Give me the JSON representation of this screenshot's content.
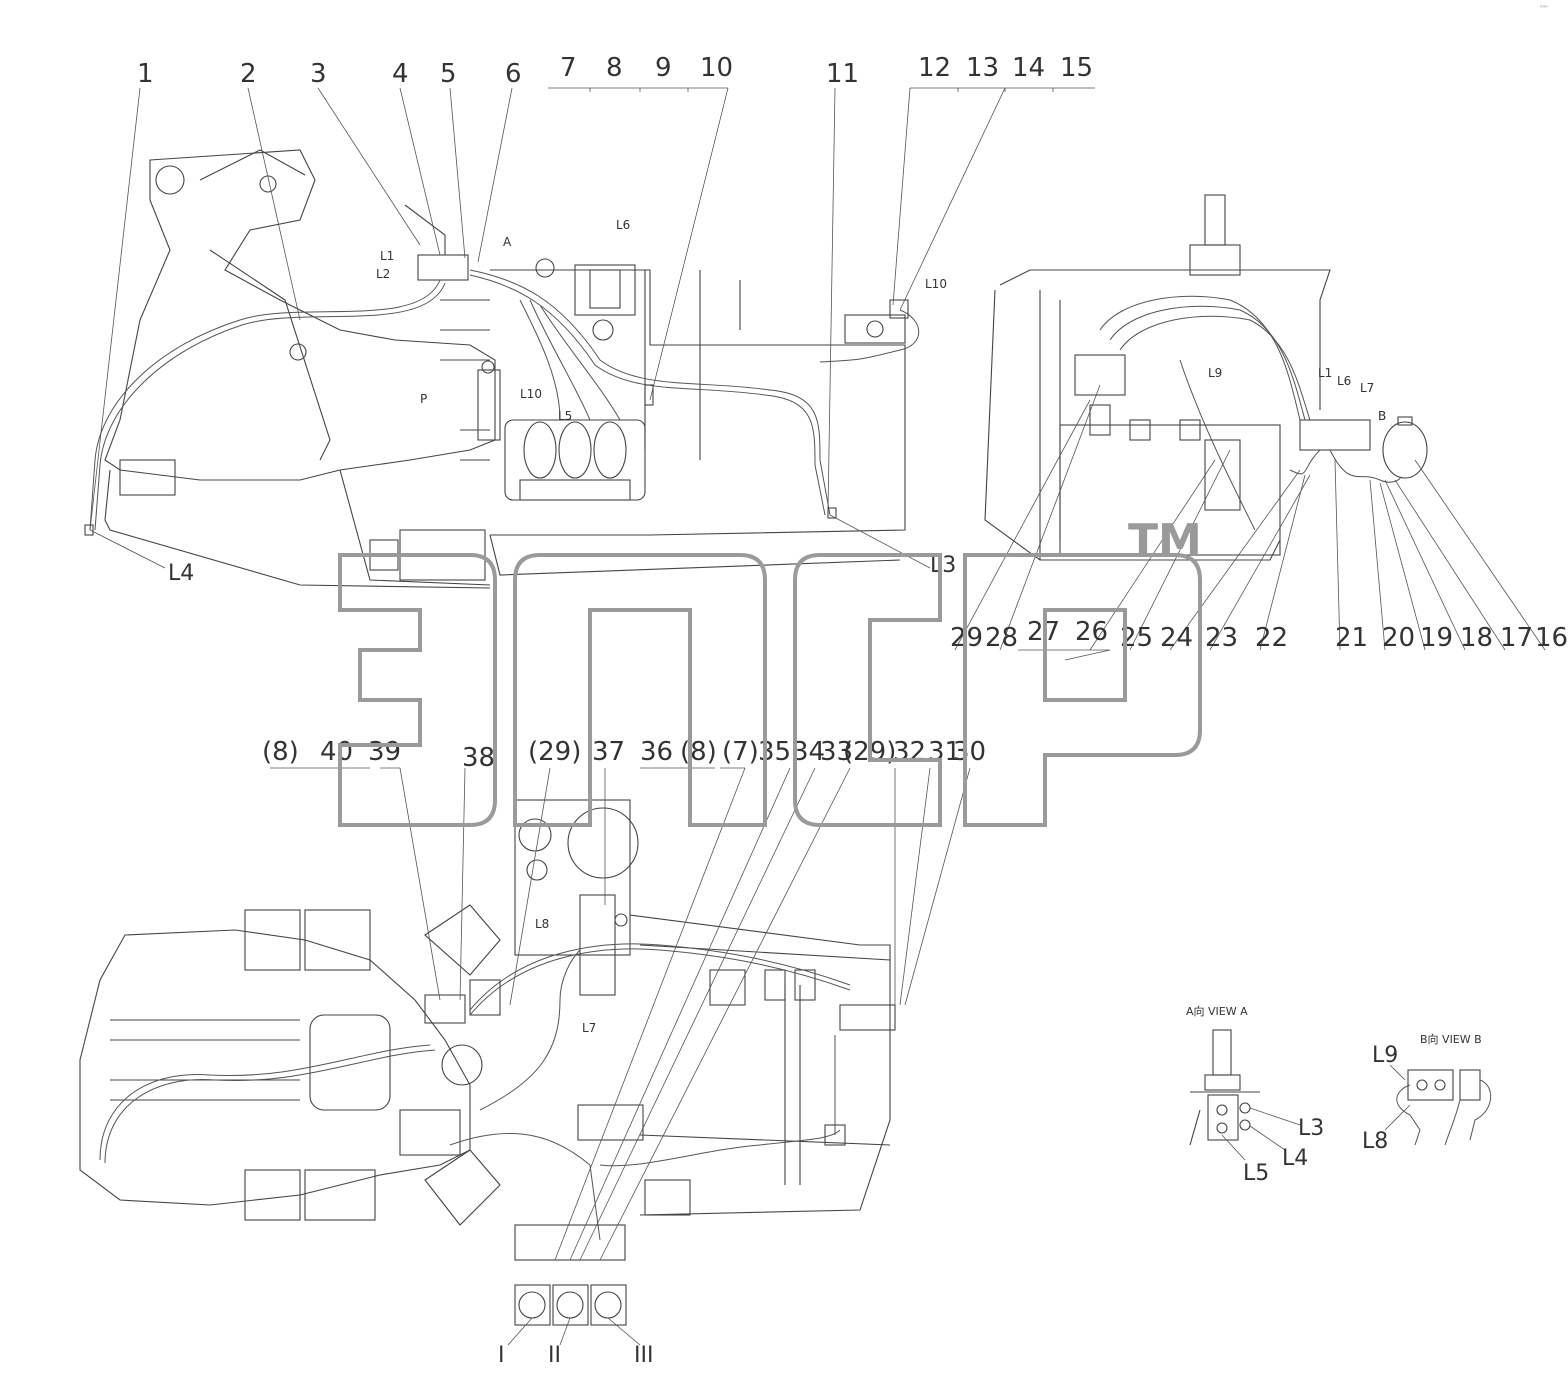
{
  "corner_mark": "ᵐᵐ",
  "watermark": {
    "text": "эпсp",
    "trademark": "TM"
  },
  "top_left_callouts": [
    "1",
    "2",
    "3",
    "4",
    "5",
    "6",
    "7",
    "8",
    "9",
    "10",
    "11",
    "12",
    "13",
    "14",
    "15"
  ],
  "right_callouts": [
    "29",
    "28",
    "27",
    "26",
    "25",
    "24",
    "23",
    "22",
    "21",
    "20",
    "19",
    "18",
    "17",
    "16"
  ],
  "bottom_callouts": [
    "(8)",
    "40",
    "39",
    "38",
    "(29)",
    "37",
    "36",
    "(8)",
    "(7)",
    "35",
    "34",
    "33",
    "(29)",
    "32",
    "31",
    "30"
  ],
  "hose_labels": {
    "L1": "L1",
    "L2": "L2",
    "L3": "L3",
    "L4": "L4",
    "L5": "L5",
    "L6": "L6",
    "L7": "L7",
    "L8": "L8",
    "L9": "L9",
    "L10": "L10"
  },
  "port_labels": {
    "P": "P",
    "A": "A",
    "B": "B"
  },
  "pump_numbers": [
    "I",
    "II",
    "III"
  ],
  "views": {
    "view_a": "A向  VIEW A",
    "view_b": "B向  VIEW B"
  }
}
